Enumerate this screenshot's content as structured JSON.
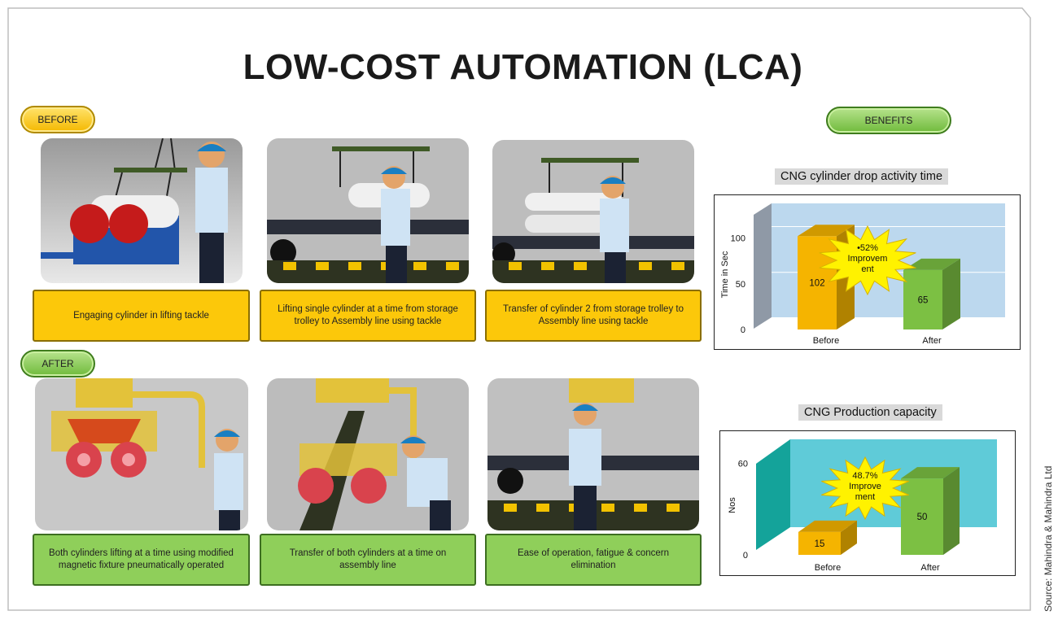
{
  "title": "LOW-COST AUTOMATION (LCA)",
  "labels": {
    "before": "BEFORE",
    "after": "AFTER",
    "benefits": "BENEFITS"
  },
  "before_steps": [
    "Engaging cylinder in lifting tackle",
    "Lifting single cylinder at a time from storage trolley to Assembly line using tackle",
    "Transfer of cylinder 2 from storage trolley to Assembly line using tackle"
  ],
  "after_steps": [
    "Both cylinders lifting at a time using modified magnetic fixture pneumatically operated",
    "Transfer of both cylinders at a time on assembly line",
    "Ease of operation, fatigue & concern elimination"
  ],
  "source": "Source: Mahindra & Mahindra Ltd",
  "colors": {
    "yellow": "#fcc80a",
    "green": "#8fcf5a",
    "before_bar": "#f5b400",
    "after_bar": "#7cc043"
  },
  "chart_data": [
    {
      "type": "bar",
      "title": "CNG cylinder drop activity time",
      "categories": [
        "Before",
        "After"
      ],
      "values": [
        102,
        65
      ],
      "ylabel": "Time in Sec",
      "yticks": [
        0,
        50,
        100
      ],
      "ylim": [
        0,
        120
      ],
      "grid": true,
      "annotation": "•52% Improvem ent"
    },
    {
      "type": "bar",
      "title": "CNG Production capacity",
      "categories": [
        "Before",
        "After"
      ],
      "values": [
        15,
        50
      ],
      "ylabel": "Nos",
      "yticks": [
        0,
        60
      ],
      "ylim": [
        0,
        65
      ],
      "grid": false,
      "annotation": "48.7% Improve ment"
    }
  ]
}
